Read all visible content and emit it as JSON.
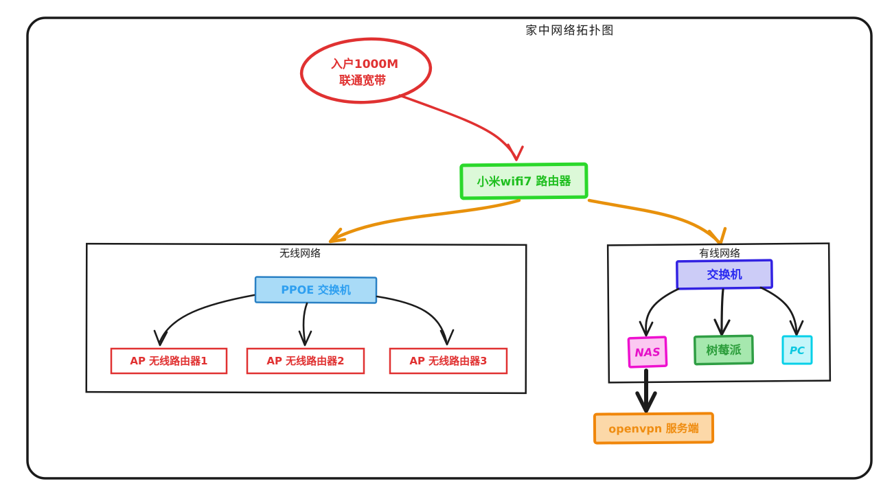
{
  "title": "家中网络拓扑图",
  "nodes": {
    "isp": {
      "line1": "入户1000M",
      "line2": "联通宽带",
      "shape": "ellipse",
      "border": "#e03131",
      "text_color": "#e03131"
    },
    "router": {
      "label": "小米wifi7 路由器",
      "border": "#2bd82b",
      "fill": "#dcf9d8",
      "text_color": "#1fbf1f"
    },
    "wireless_group": {
      "label": "无线网络",
      "border": "#1a1a1a"
    },
    "ppoe_switch": {
      "label": "PPOE 交换机",
      "border": "#2980c4",
      "fill": "#a9dbf7",
      "text_color": "#2e9ff0"
    },
    "ap1": {
      "label": "AP 无线路由器1",
      "border": "#e03131",
      "text_color": "#e03131"
    },
    "ap2": {
      "label": "AP 无线路由器2",
      "border": "#e03131",
      "text_color": "#e03131"
    },
    "ap3": {
      "label": "AP 无线路由器3",
      "border": "#e03131",
      "text_color": "#e03131"
    },
    "wired_group": {
      "label": "有线网络",
      "border": "#1a1a1a"
    },
    "switch": {
      "label": "交换机",
      "border": "#3222e2",
      "fill": "#ccccf7",
      "text_color": "#2a2af0"
    },
    "nas": {
      "label": "NAS",
      "border": "#ee11cf",
      "fill": "#fbc8f1",
      "text_color": "#e611c8"
    },
    "raspberry_pi": {
      "label": "树莓派",
      "border": "#2f9e44",
      "fill": "#a6e8ae",
      "text_color": "#2d9e3c"
    },
    "pc": {
      "label": "PC",
      "border": "#08d0e8",
      "fill": "#c5f6fa",
      "text_color": "#0cc8e0"
    },
    "openvpn": {
      "label": "openvpn 服务端",
      "border": "#f0860a",
      "fill": "#fcd8a8",
      "text_color": "#ef8d12"
    }
  },
  "edges": [
    {
      "from": "isp",
      "to": "router",
      "color": "#e03131"
    },
    {
      "from": "router",
      "to": "wireless_group",
      "color": "#e8910c"
    },
    {
      "from": "router",
      "to": "wired_group",
      "color": "#e8910c"
    },
    {
      "from": "ppoe_switch",
      "to": "ap1",
      "color": "#1c1c1c"
    },
    {
      "from": "ppoe_switch",
      "to": "ap2",
      "color": "#1c1c1c"
    },
    {
      "from": "ppoe_switch",
      "to": "ap3",
      "color": "#1c1c1c"
    },
    {
      "from": "switch",
      "to": "nas",
      "color": "#1c1c1c"
    },
    {
      "from": "switch",
      "to": "raspberry_pi",
      "color": "#1c1c1c"
    },
    {
      "from": "switch",
      "to": "pc",
      "color": "#1c1c1c"
    },
    {
      "from": "nas",
      "to": "openvpn",
      "color": "#1c1c1c"
    }
  ],
  "colors": {
    "frame": "#1a1a1a",
    "red": "#e03131",
    "orange": "#e8910c",
    "black": "#1c1c1c"
  }
}
